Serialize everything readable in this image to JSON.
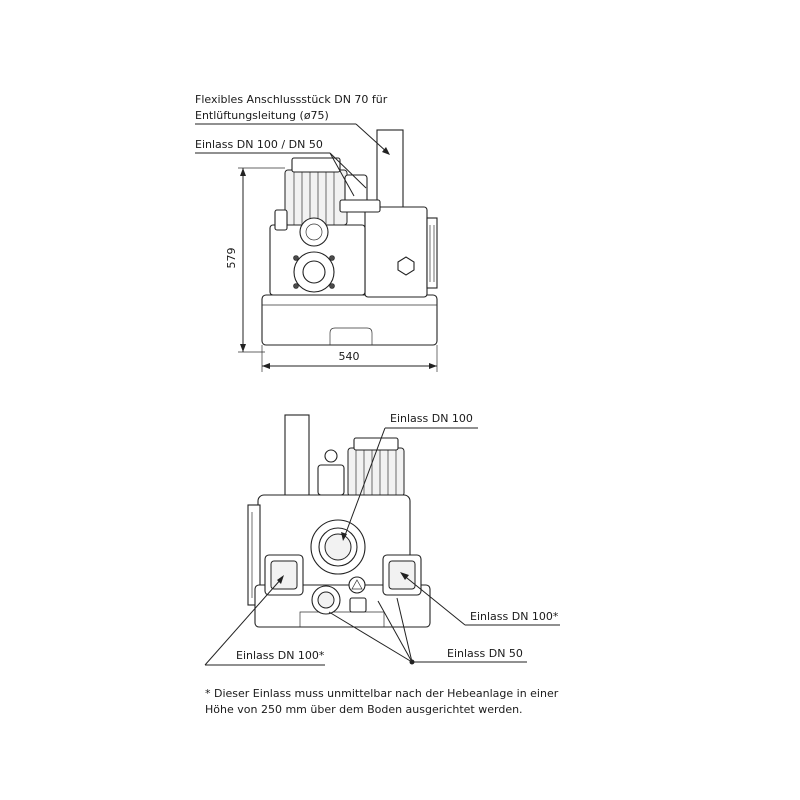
{
  "side_view": {
    "callout_vent_line1": "Flexibles Anschlussstück DN 70 für",
    "callout_vent_line2": "Entlüftungsleitung (ø75)",
    "callout_inlet_top": "Einlass DN 100 / DN 50",
    "height_value": "579",
    "width_value": "540"
  },
  "front_view": {
    "callout_inlet_center": "Einlass DN 100",
    "callout_inlet_right": "Einlass DN 100*",
    "callout_inlet_left": "Einlass DN 100*",
    "callout_inlet_small": "Einlass DN 50"
  },
  "footnote": {
    "line1": "* Dieser Einlass muss unmittelbar nach der Hebeanlage in einer",
    "line2": "Höhe von 250 mm über dem Boden ausgerichtet werden."
  }
}
